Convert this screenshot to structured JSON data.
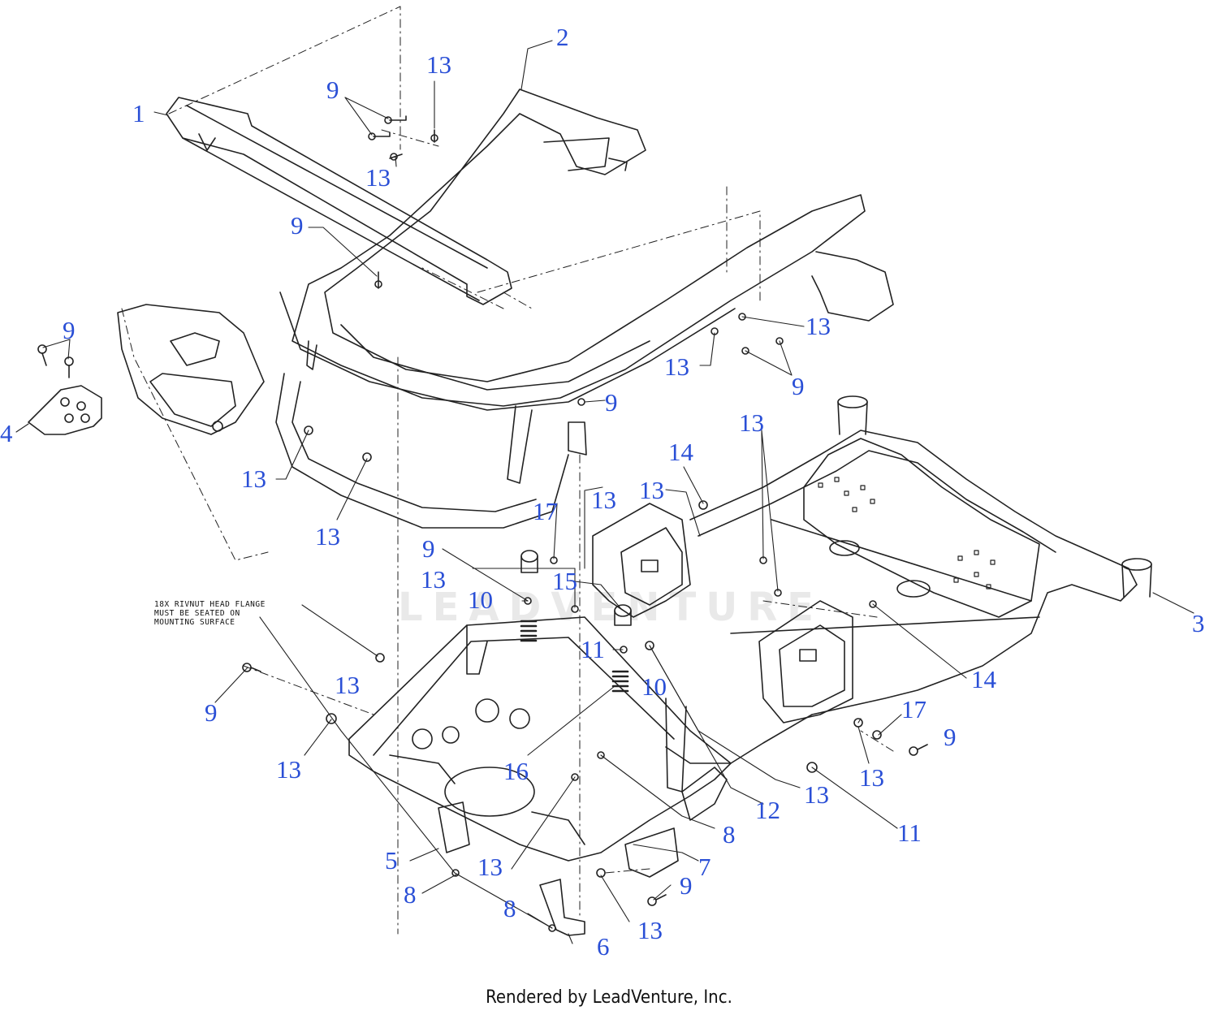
{
  "note_lines": [
    "18X RIVNUT HEAD FLANGE",
    "MUST BE SEATED ON",
    "MOUNTING SURFACE"
  ],
  "footer": "Rendered by LeadVenture, Inc.",
  "watermark": "LEADVENTURE",
  "callout_color": "#2a4fd6",
  "callouts": [
    "1",
    "2",
    "3",
    "4",
    "5",
    "6",
    "7",
    "8",
    "9",
    "10",
    "11",
    "12",
    "13",
    "14",
    "15",
    "16",
    "17"
  ]
}
